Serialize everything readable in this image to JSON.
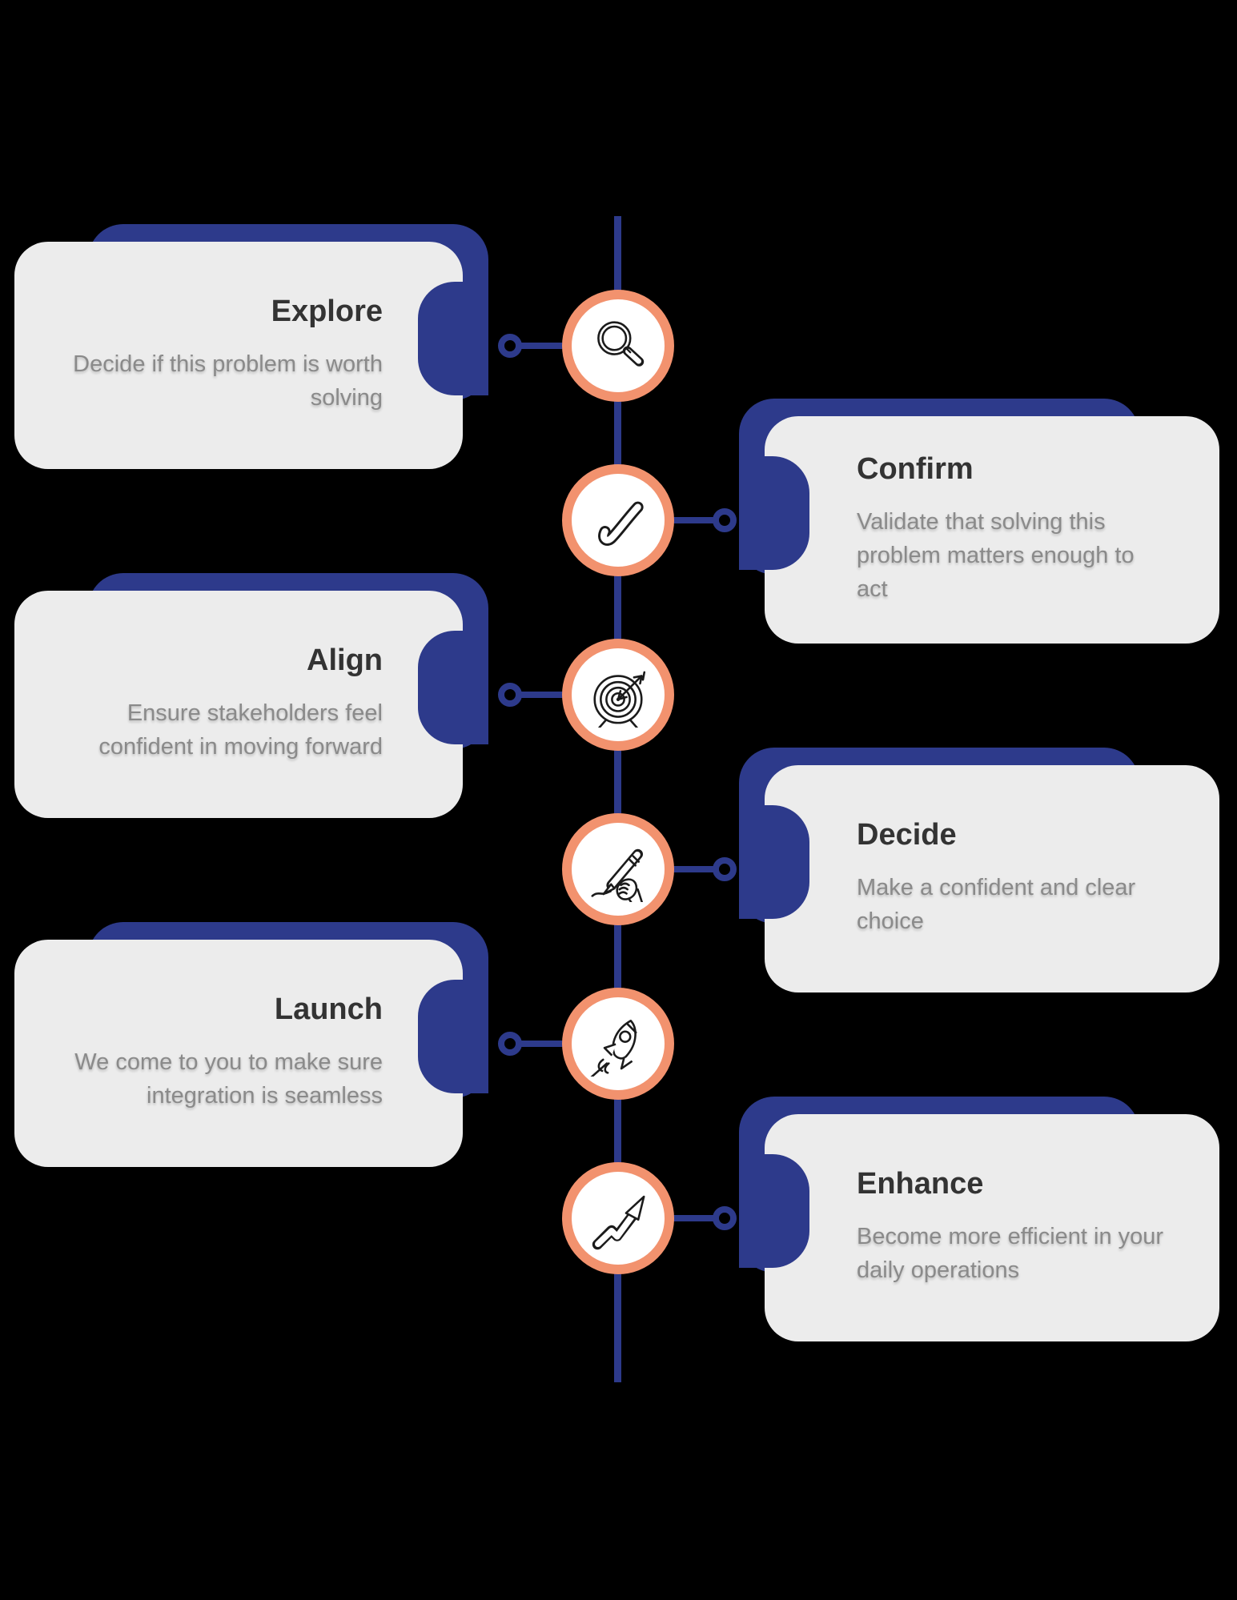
{
  "colors": {
    "accent_blue": "#2d3a8b",
    "accent_orange": "#f2926e",
    "card_bg": "#ececec",
    "heading_text": "#333333",
    "body_text": "#8a8a8a",
    "icon_stroke": "#1b1b1b",
    "background": "#000000"
  },
  "steps": [
    {
      "id": "explore",
      "side": "left",
      "title": "Explore",
      "body": "Decide if this problem is worth solving",
      "body_lines": [
        "Decide if this problem is worth",
        "solving"
      ],
      "icon": "search-icon"
    },
    {
      "id": "confirm",
      "side": "right",
      "title": "Confirm",
      "body": "Validate that solving this problem matters enough to act",
      "body_lines": [
        "Validate that solving this",
        "problem matters enough to",
        "act"
      ],
      "icon": "check-icon"
    },
    {
      "id": "align",
      "side": "left",
      "title": "Align",
      "body": "Ensure stakeholders feel confident in moving forward",
      "body_lines": [
        "Ensure stakeholders feel",
        "confident in moving forward"
      ],
      "icon": "target-icon"
    },
    {
      "id": "decide",
      "side": "right",
      "title": "Decide",
      "body": "Make a confident and clear choice",
      "body_lines": [
        "Make a confident and clear",
        "choice"
      ],
      "icon": "signing-hand-icon"
    },
    {
      "id": "launch",
      "side": "left",
      "title": "Launch",
      "body": "We come to you to make sure integration is seamless",
      "body_lines": [
        "We come to you to make sure",
        "integration is seamless"
      ],
      "icon": "rocket-icon"
    },
    {
      "id": "enhance",
      "side": "right",
      "title": "Enhance",
      "body": "Become more efficient in your daily operations",
      "body_lines": [
        "Become more efficient in your",
        "daily operations"
      ],
      "icon": "growth-arrow-icon"
    }
  ]
}
